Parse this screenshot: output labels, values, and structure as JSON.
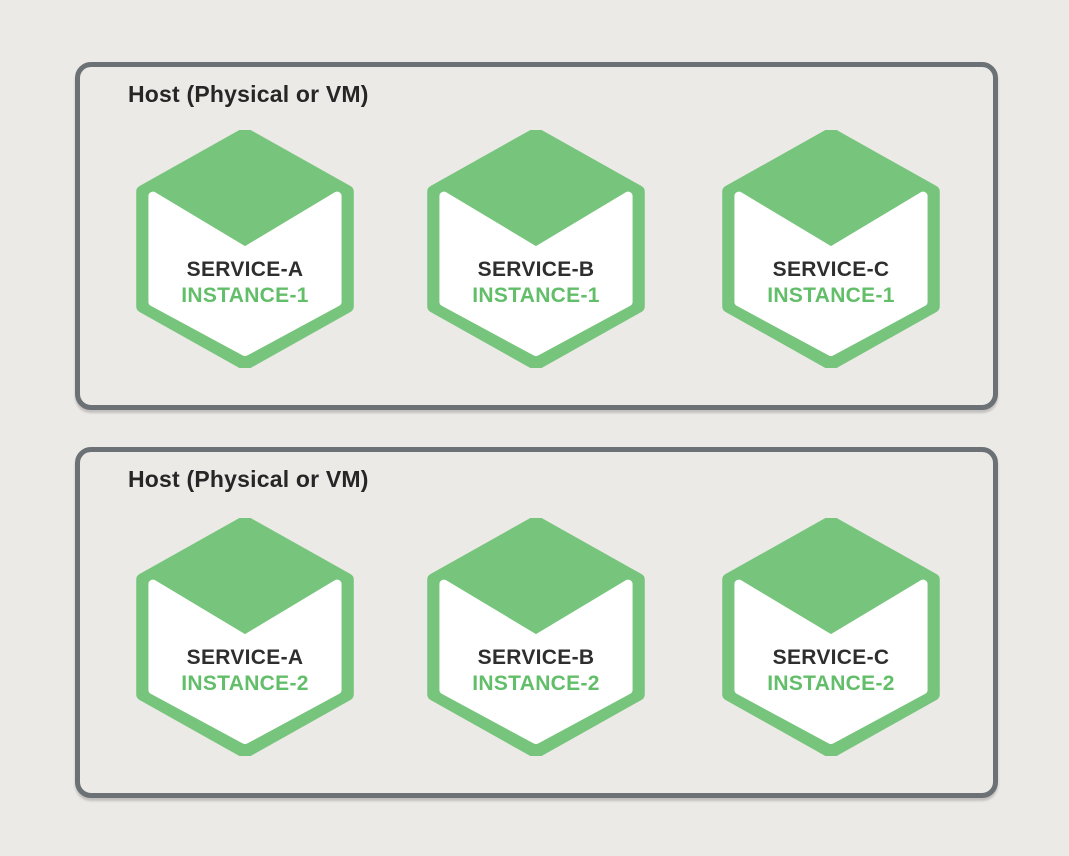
{
  "colors": {
    "background": "#ECEAE7",
    "box_border": "#6C7175",
    "green": "#77C57C",
    "hex_face": "#FFFFFF",
    "service_text": "#2E2E2E",
    "instance_text": "#63BE6A",
    "title_text": "#262626"
  },
  "hosts": [
    {
      "title": "Host (Physical or VM)",
      "services": [
        {
          "service": "SERVICE-A",
          "instance": "INSTANCE-1"
        },
        {
          "service": "SERVICE-B",
          "instance": "INSTANCE-1"
        },
        {
          "service": "SERVICE-C",
          "instance": "INSTANCE-1"
        }
      ]
    },
    {
      "title": "Host (Physical or VM)",
      "services": [
        {
          "service": "SERVICE-A",
          "instance": "INSTANCE-2"
        },
        {
          "service": "SERVICE-B",
          "instance": "INSTANCE-2"
        },
        {
          "service": "SERVICE-C",
          "instance": "INSTANCE-2"
        }
      ]
    }
  ]
}
